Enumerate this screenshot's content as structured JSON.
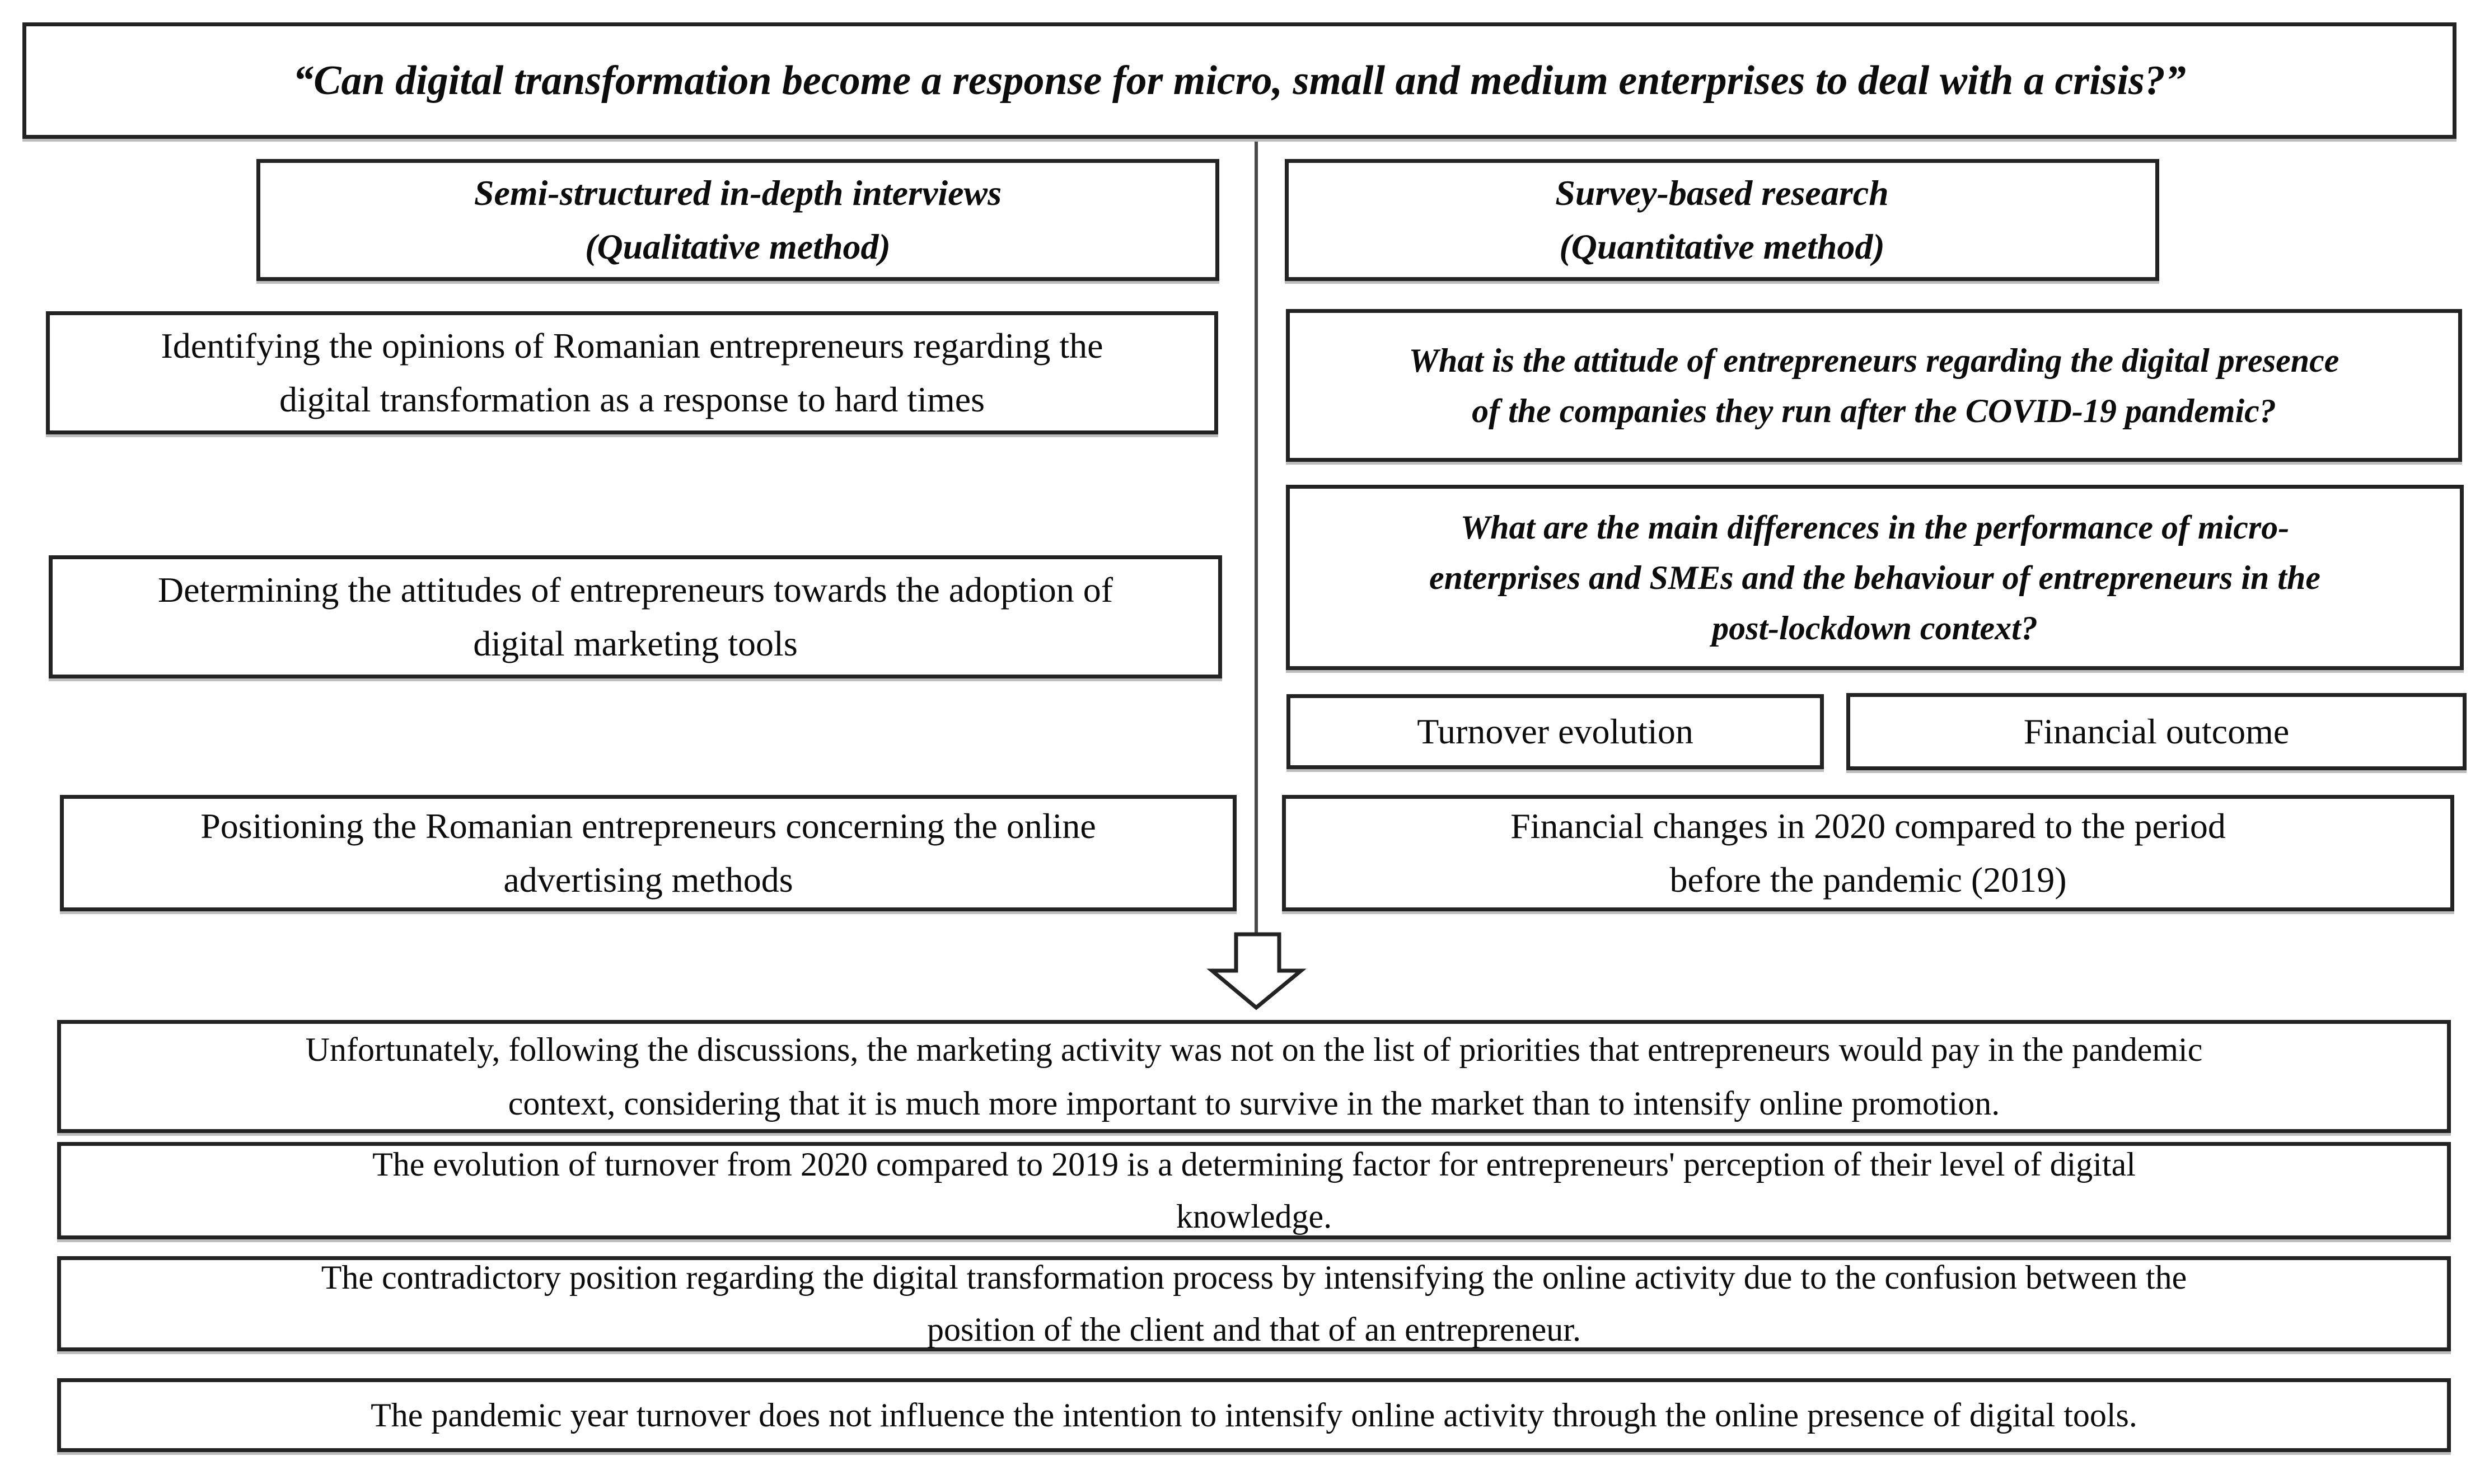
{
  "figure": {
    "research_question": "“Can digital transformation become a response for micro, small and medium enterprises to deal with a crisis?”"
  },
  "qualitative": {
    "header": "Semi-structured in-depth interviews\n(Qualitative method)",
    "objectives": [
      "Identifying the opinions of Romanian entrepreneurs regarding the\ndigital transformation as a response to hard times",
      "Determining the attitudes of entrepreneurs towards the adoption of\ndigital marketing tools",
      "Positioning the Romanian entrepreneurs concerning the online\nadvertising methods"
    ]
  },
  "quantitative": {
    "header": "Survey-based research\n(Quantitative method)",
    "questions": [
      "What is the attitude of entrepreneurs regarding the digital presence\nof the companies they run after the COVID-19 pandemic?",
      "What are the main differences in the performance of micro-\nenterprises and SMEs and the behaviour of entrepreneurs in the\npost-lockdown context?"
    ],
    "indicators": [
      "Turnover evolution",
      "Financial outcome"
    ],
    "comparison": "Financial changes in 2020 compared to the period\nbefore the pandemic (2019)"
  },
  "findings": [
    "Unfortunately, following the discussions, the marketing activity was not on the list of priorities that entrepreneurs would pay in the pandemic\ncontext, considering that it is much more important to survive in the market than to intensify online promotion.",
    "The evolution of turnover from 2020 compared to 2019 is a determining factor for entrepreneurs' perception of their level of digital\nknowledge.",
    "The contradictory position regarding the digital transformation process by intensifying the online activity due to the confusion between the\nposition of the client and that of an entrepreneur.",
    "The pandemic year turnover does not influence the intention to intensify online activity through the online presence of digital tools."
  ]
}
